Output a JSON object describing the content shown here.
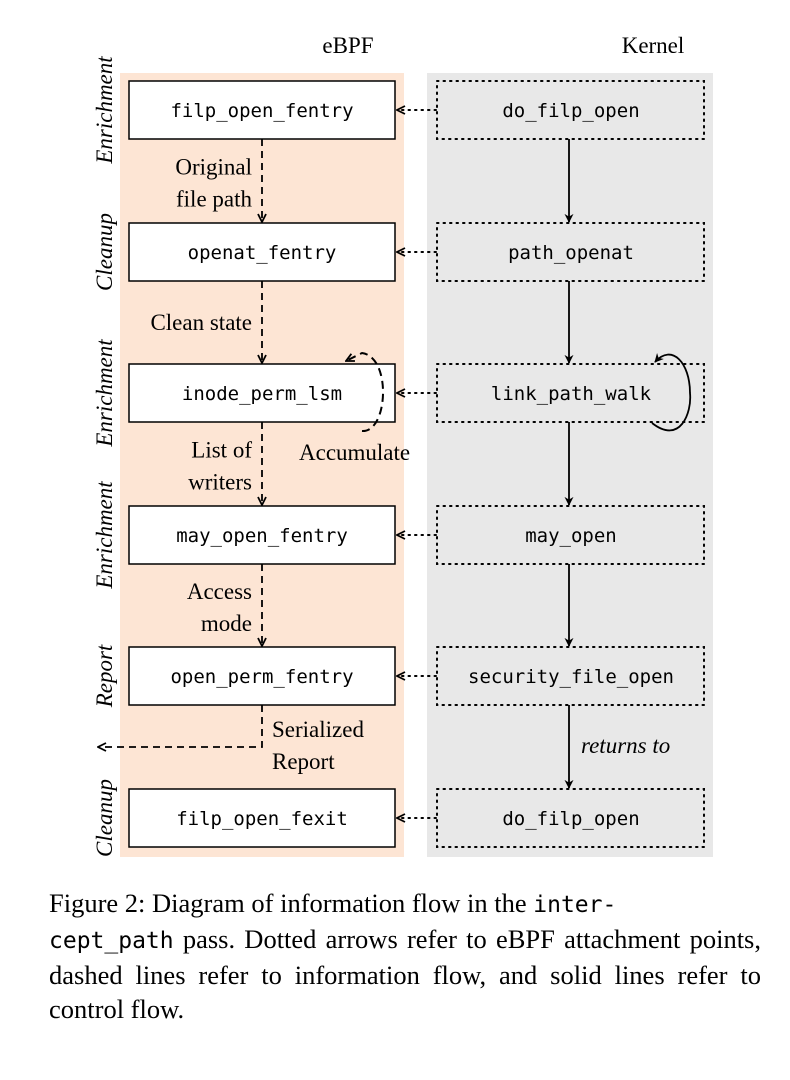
{
  "columns": {
    "ebpf_title": "eBPF",
    "kernel_title": "Kernel"
  },
  "colors": {
    "ebpf_bg": "#fde5d4",
    "kernel_bg": "#e8e8e8",
    "ebpf_box_fill": "#ffffff",
    "stroke": "#000000"
  },
  "rows": [
    {
      "phase": "Enrichment",
      "ebpf": "filp_open_fentry",
      "kernel": "do_filp_open"
    },
    {
      "phase": "Cleanup",
      "ebpf": "openat_fentry",
      "kernel": "path_openat"
    },
    {
      "phase": "Enrichment",
      "ebpf": "inode_perm_lsm",
      "kernel": "link_path_walk"
    },
    {
      "phase": "Enrichment",
      "ebpf": "may_open_fentry",
      "kernel": "may_open"
    },
    {
      "phase": "Report",
      "ebpf": "open_perm_fentry",
      "kernel": "security_file_open"
    },
    {
      "phase": "Cleanup",
      "ebpf": "filp_open_fexit",
      "kernel": "do_filp_open"
    }
  ],
  "info_flow": [
    {
      "line1": "Original",
      "line2": "file path"
    },
    {
      "line1": "Clean state",
      "line2": ""
    },
    {
      "line1": "List of",
      "line2": "writers"
    },
    {
      "line1": "Access",
      "line2": "mode"
    }
  ],
  "report_flow": {
    "line1": "Serialized",
    "line2": "Report"
  },
  "self_loop_label": "Accumulate",
  "control_flow_label": "returns to",
  "caption": {
    "prefix": "Figure 2:  Diagram of information flow in the ",
    "code": "intercept_path",
    "code_part1": "inter-",
    "code_part2": "cept_path",
    "suffix": " pass.  Dotted arrows refer to eBPF attachment points, dashed lines refer to information flow, and solid lines refer to control flow."
  }
}
